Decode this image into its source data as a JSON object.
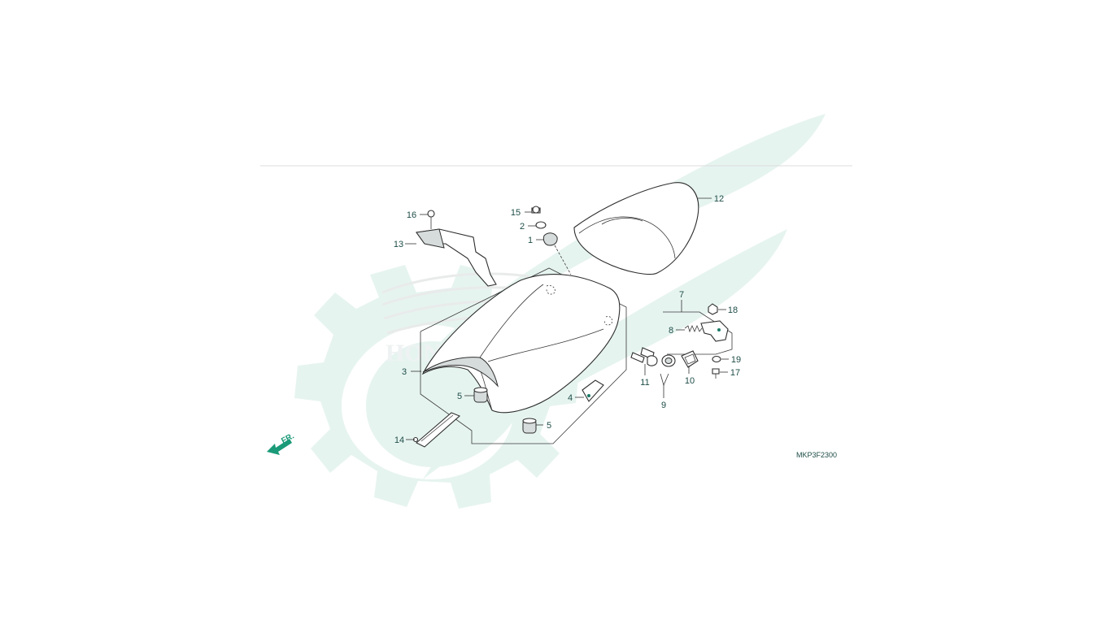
{
  "diagram_code": "MKP3F2300",
  "front_indicator": "FR.",
  "watermark": {
    "brand_text": "HONDA"
  },
  "colors": {
    "accent": "#1a9a78",
    "watermark": "#e6f4f0",
    "line": "#2e2e2e",
    "label": "#1e4d47"
  },
  "callouts": [
    {
      "number": "1",
      "name": "callout-1"
    },
    {
      "number": "2",
      "name": "callout-2"
    },
    {
      "number": "3",
      "name": "callout-3"
    },
    {
      "number": "4",
      "name": "callout-4"
    },
    {
      "number": "5",
      "name": "callout-5-left"
    },
    {
      "number": "5",
      "name": "callout-5-right"
    },
    {
      "number": "7",
      "name": "callout-7"
    },
    {
      "number": "8",
      "name": "callout-8"
    },
    {
      "number": "9",
      "name": "callout-9"
    },
    {
      "number": "10",
      "name": "callout-10"
    },
    {
      "number": "11",
      "name": "callout-11"
    },
    {
      "number": "12",
      "name": "callout-12"
    },
    {
      "number": "13",
      "name": "callout-13"
    },
    {
      "number": "14",
      "name": "callout-14"
    },
    {
      "number": "15",
      "name": "callout-15"
    },
    {
      "number": "16",
      "name": "callout-16"
    },
    {
      "number": "17",
      "name": "callout-17"
    },
    {
      "number": "18",
      "name": "callout-18"
    },
    {
      "number": "19",
      "name": "callout-19"
    }
  ]
}
